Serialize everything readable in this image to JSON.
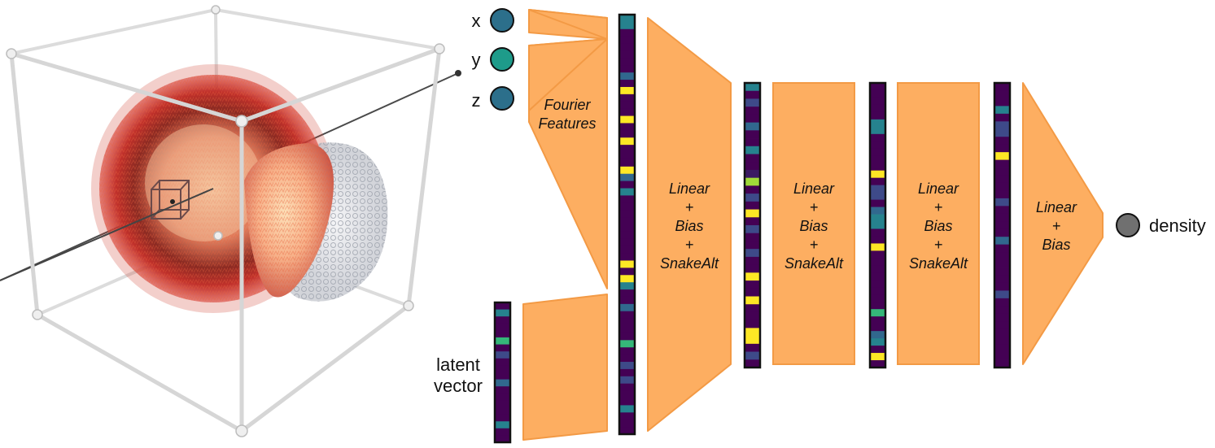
{
  "inputs": [
    {
      "label": "x",
      "color": "#2c6f8b"
    },
    {
      "label": "y",
      "color": "#1e9b8a"
    },
    {
      "label": "z",
      "color": "#2c6f8b"
    }
  ],
  "latent_label": [
    "latent",
    "vector"
  ],
  "output": {
    "label": "density",
    "color": "#707070"
  },
  "fourier_label": [
    "Fourier",
    "Features"
  ],
  "hidden_layer_lines": [
    "Linear",
    "+",
    "Bias",
    "+",
    "SnakeAlt"
  ],
  "output_layer_lines": [
    "Linear",
    "+",
    "Bias"
  ],
  "colors": {
    "layer_fill": "#fdae61",
    "layer_stroke": "#f39a45",
    "viridis_purple": "#440154",
    "viridis_dark": "#3b1a63",
    "viridis_indigo": "#3e4a89",
    "viridis_blue": "#31688e",
    "viridis_teal": "#26828e",
    "viridis_green": "#35b779",
    "viridis_lime": "#a0da39",
    "viridis_yellow": "#fde725"
  }
}
